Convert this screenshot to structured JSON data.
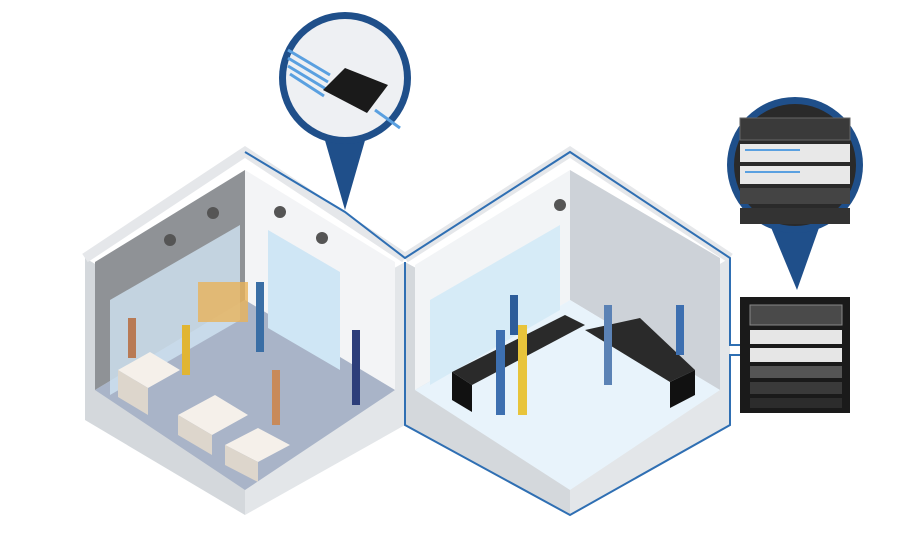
{
  "illustration": {
    "scenes": [
      "clothing-store",
      "jewelry-store"
    ],
    "callouts": [
      "network-device",
      "server-rack"
    ],
    "colors": {
      "cable": "#2f6fb3",
      "callout_ring": "#1f4f8a",
      "wall": "#e9ecef",
      "wall_shade": "#cfd3d7",
      "floor_left": "#a9b4c8",
      "floor_right": "#e8f3fb",
      "equipment": "#1c1c1c"
    }
  }
}
